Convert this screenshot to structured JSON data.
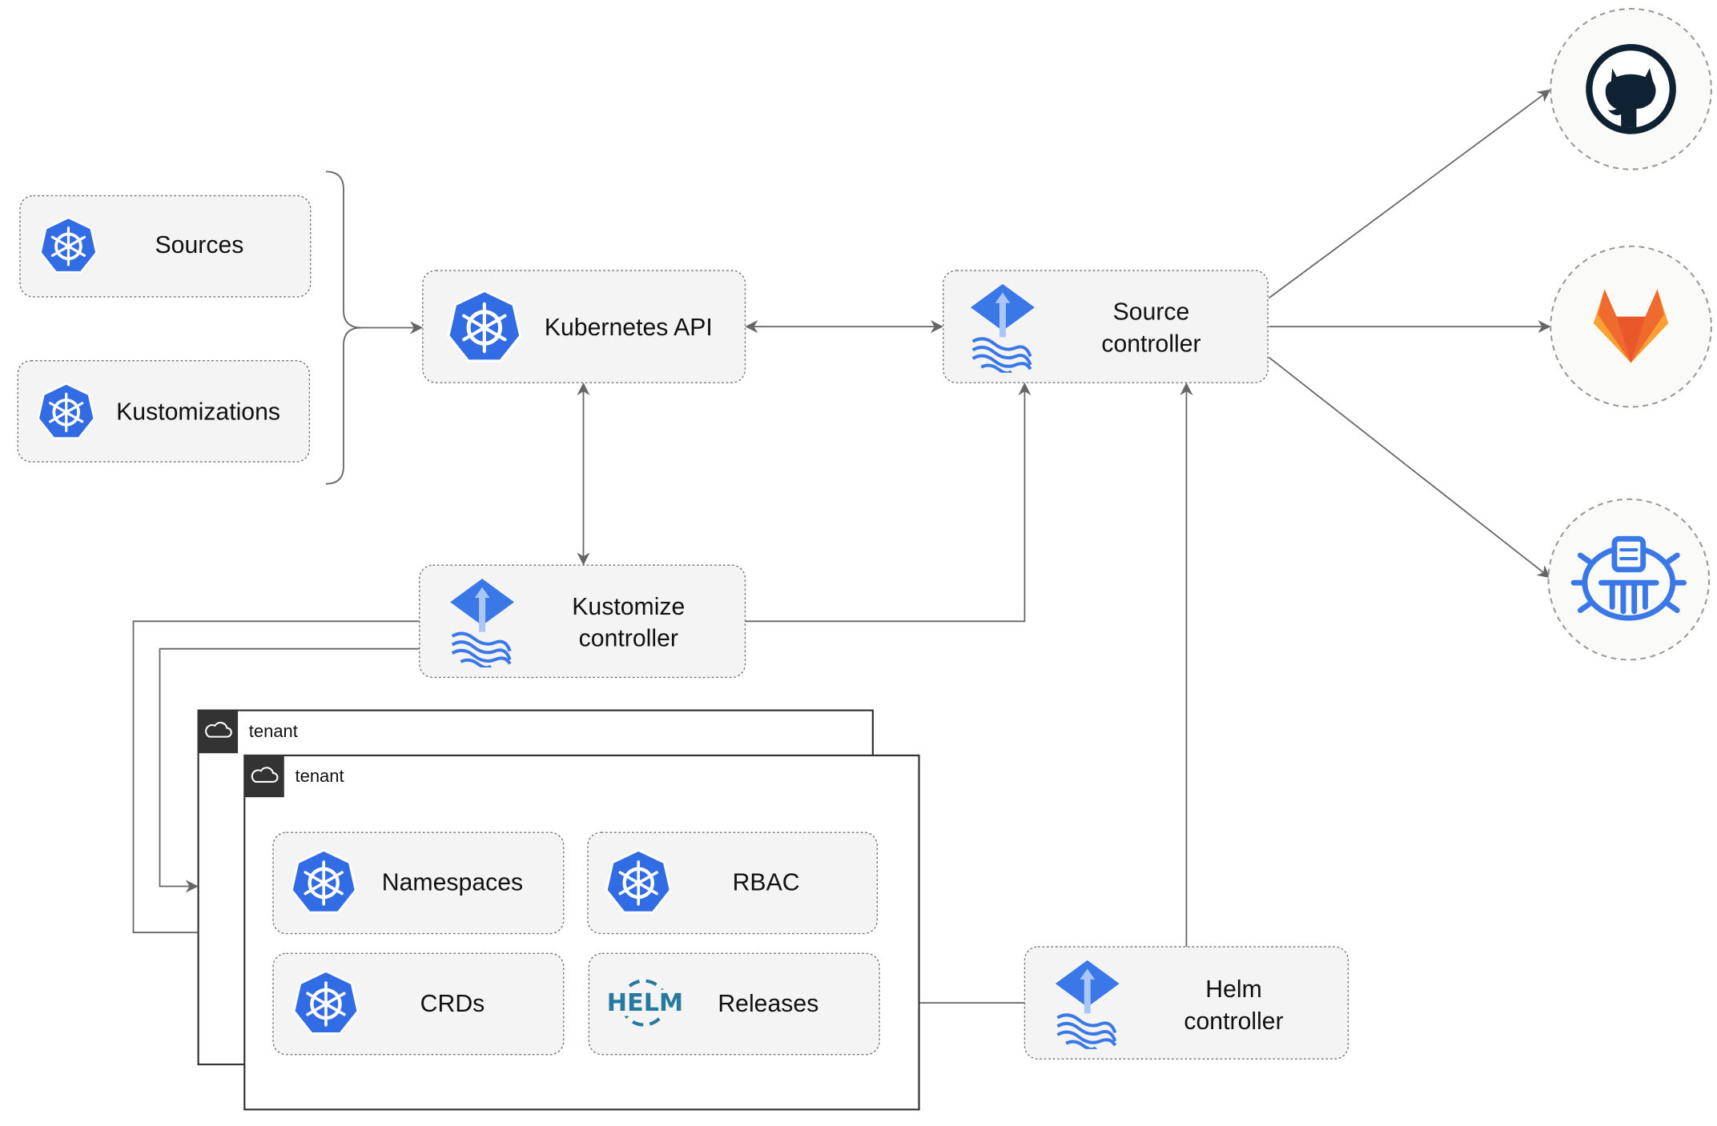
{
  "nodes": {
    "sources": "Sources",
    "kustomizations": "Kustomizations",
    "kubernetes_api": "Kubernetes API",
    "source_controller": [
      "Source",
      "controller"
    ],
    "kustomize_controller": [
      "Kustomize",
      "controller"
    ],
    "helm_controller": [
      "Helm",
      "controller"
    ],
    "namespaces": "Namespaces",
    "rbac": "RBAC",
    "crds": "CRDs",
    "releases": "Releases",
    "helm_logo_text": "HELM"
  },
  "tenants": [
    "tenant",
    "tenant"
  ],
  "external_sources": [
    "github-icon",
    "gitlab-icon",
    "bucket-icon"
  ],
  "colors": {
    "kubernetes_blue": "#326ce5",
    "flux_blue": "#3b78e7",
    "github_dark": "#0f2233",
    "gitlab_orange": "#e8582a",
    "gitlab_yellow": "#f9a033",
    "helm_blue": "#277a9f"
  }
}
